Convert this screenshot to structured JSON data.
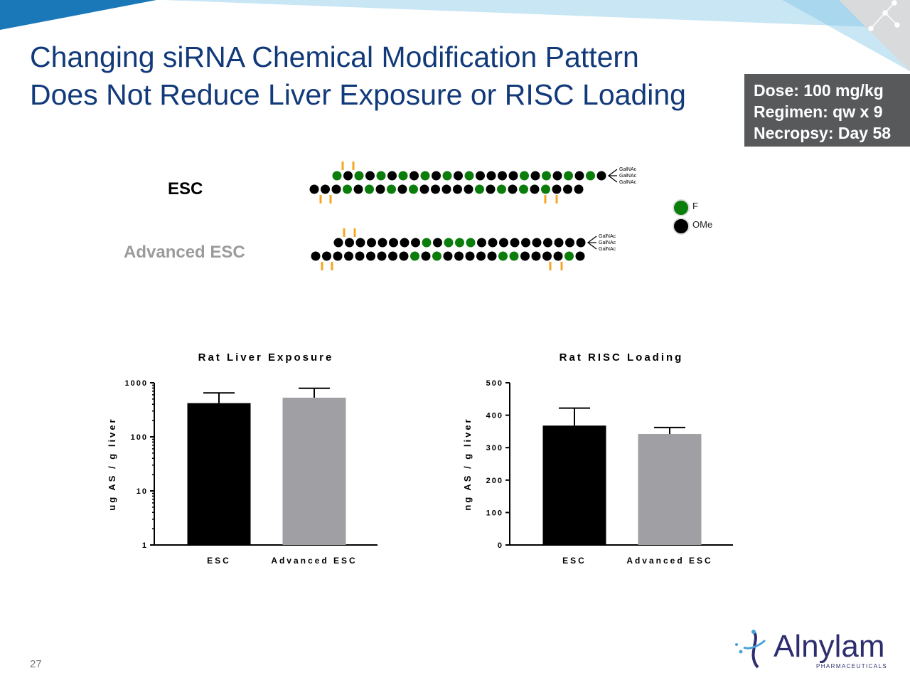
{
  "slide": {
    "title_line1": "Changing siRNA Chemical Modification Pattern",
    "title_line2": "Does Not Reduce Liver Exposure or RISC Loading",
    "dose_box": [
      "Dose: 100 mg/kg",
      "Regimen: qw x 9",
      "Necropsy: Day 58"
    ],
    "slide_number": "27",
    "logo_text": "Alnylam",
    "logo_subtext": "PHARMACEUTICALS"
  },
  "colors": {
    "title": "#123a7a",
    "fluoro_green": "#0a7d0a",
    "ome_black": "#000000",
    "phosphorothioate_orange": "#f5a623",
    "bar_esc": "#000000",
    "bar_advanced": "#a0a0a4",
    "banner_light": "#a9d7ee",
    "banner_dark": "#1b78b8"
  },
  "diagram": {
    "esc_label": "ESC",
    "advanced_label": "Advanced ESC",
    "galnac_label": "GalNAc",
    "legend": [
      {
        "label": "F",
        "color": "#0a7d0a"
      },
      {
        "label": "OMe",
        "color": "#000000"
      }
    ],
    "esc_sense": "GBGBGBGBGBGBGBBBBGBGBGBGB",
    "esc_antisense": "BBBGBGBGBGBBBBBGBGBGBGBBB",
    "advanced_sense": "BBBBBBBBGBGGGBBBBBBBBBB",
    "advanced_antisense": "BBBBBBBBBGBGBBBBBGGBBBBGB"
  },
  "chart_data": [
    {
      "type": "bar",
      "title": "Rat Liver  Exposure",
      "ylabel": "ug AS / g liver",
      "xlabel": "",
      "y_scale": "log",
      "ylim": [
        1,
        1000
      ],
      "y_ticks": [
        "1",
        "10",
        "100",
        "1000"
      ],
      "categories": [
        "ESC",
        "Advanced ESC"
      ],
      "values": [
        420,
        530
      ],
      "error_upper": [
        650,
        790
      ],
      "bar_colors": [
        "#000000",
        "#a0a0a4"
      ]
    },
    {
      "type": "bar",
      "title": "Rat RISC Loading",
      "ylabel": "ng AS / g liver",
      "xlabel": "",
      "y_scale": "linear",
      "ylim": [
        0,
        500
      ],
      "y_ticks": [
        "0",
        "100",
        "200",
        "300",
        "400",
        "500"
      ],
      "categories": [
        "ESC",
        "Advanced ESC"
      ],
      "values": [
        368,
        342
      ],
      "error_upper": [
        422,
        362
      ],
      "bar_colors": [
        "#000000",
        "#a0a0a4"
      ]
    }
  ]
}
